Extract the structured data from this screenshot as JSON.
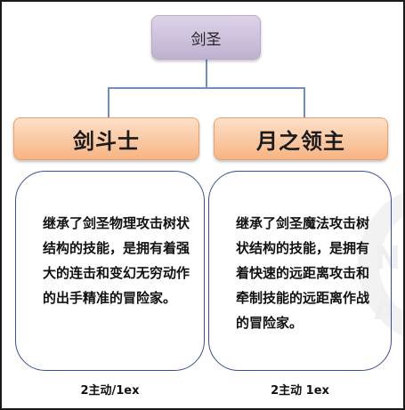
{
  "root": {
    "label": "剑圣"
  },
  "branches": [
    {
      "title": "剑斗士",
      "description": "继承了剑圣物理攻击树状结构的技能，是拥有着强大的连击和变幻无穷动作的出手精准的冒险家。",
      "footer": "2主动/1ex"
    },
    {
      "title": "月之领主",
      "description": "继承了剑圣魔法攻击树状结构的技能，是拥有着快速的远距离攻击和牵制技能的远距离作战的冒险家。",
      "footer": "2主动 1ex"
    }
  ],
  "colors": {
    "root_fill": "#c9bddb",
    "branch_fill": "#f9c49b",
    "connector": "#6f8fc4",
    "card_border": "#3a4f92"
  }
}
